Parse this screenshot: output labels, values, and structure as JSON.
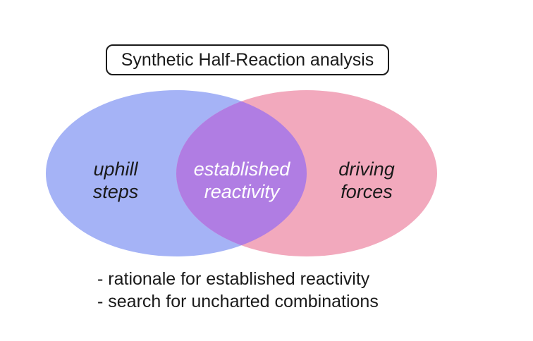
{
  "title": "Synthetic Half-Reaction analysis",
  "venn": {
    "left": {
      "line1": "uphill",
      "line2": "steps",
      "color": "#a5b3f6"
    },
    "center": {
      "line1": "established",
      "line2": "reactivity",
      "color": "#b07de3"
    },
    "right": {
      "line1": "driving",
      "line2": "forces",
      "color": "#f2a9bd"
    }
  },
  "bullets": [
    "- rationale for established reactivity",
    "- search for uncharted combinations"
  ]
}
